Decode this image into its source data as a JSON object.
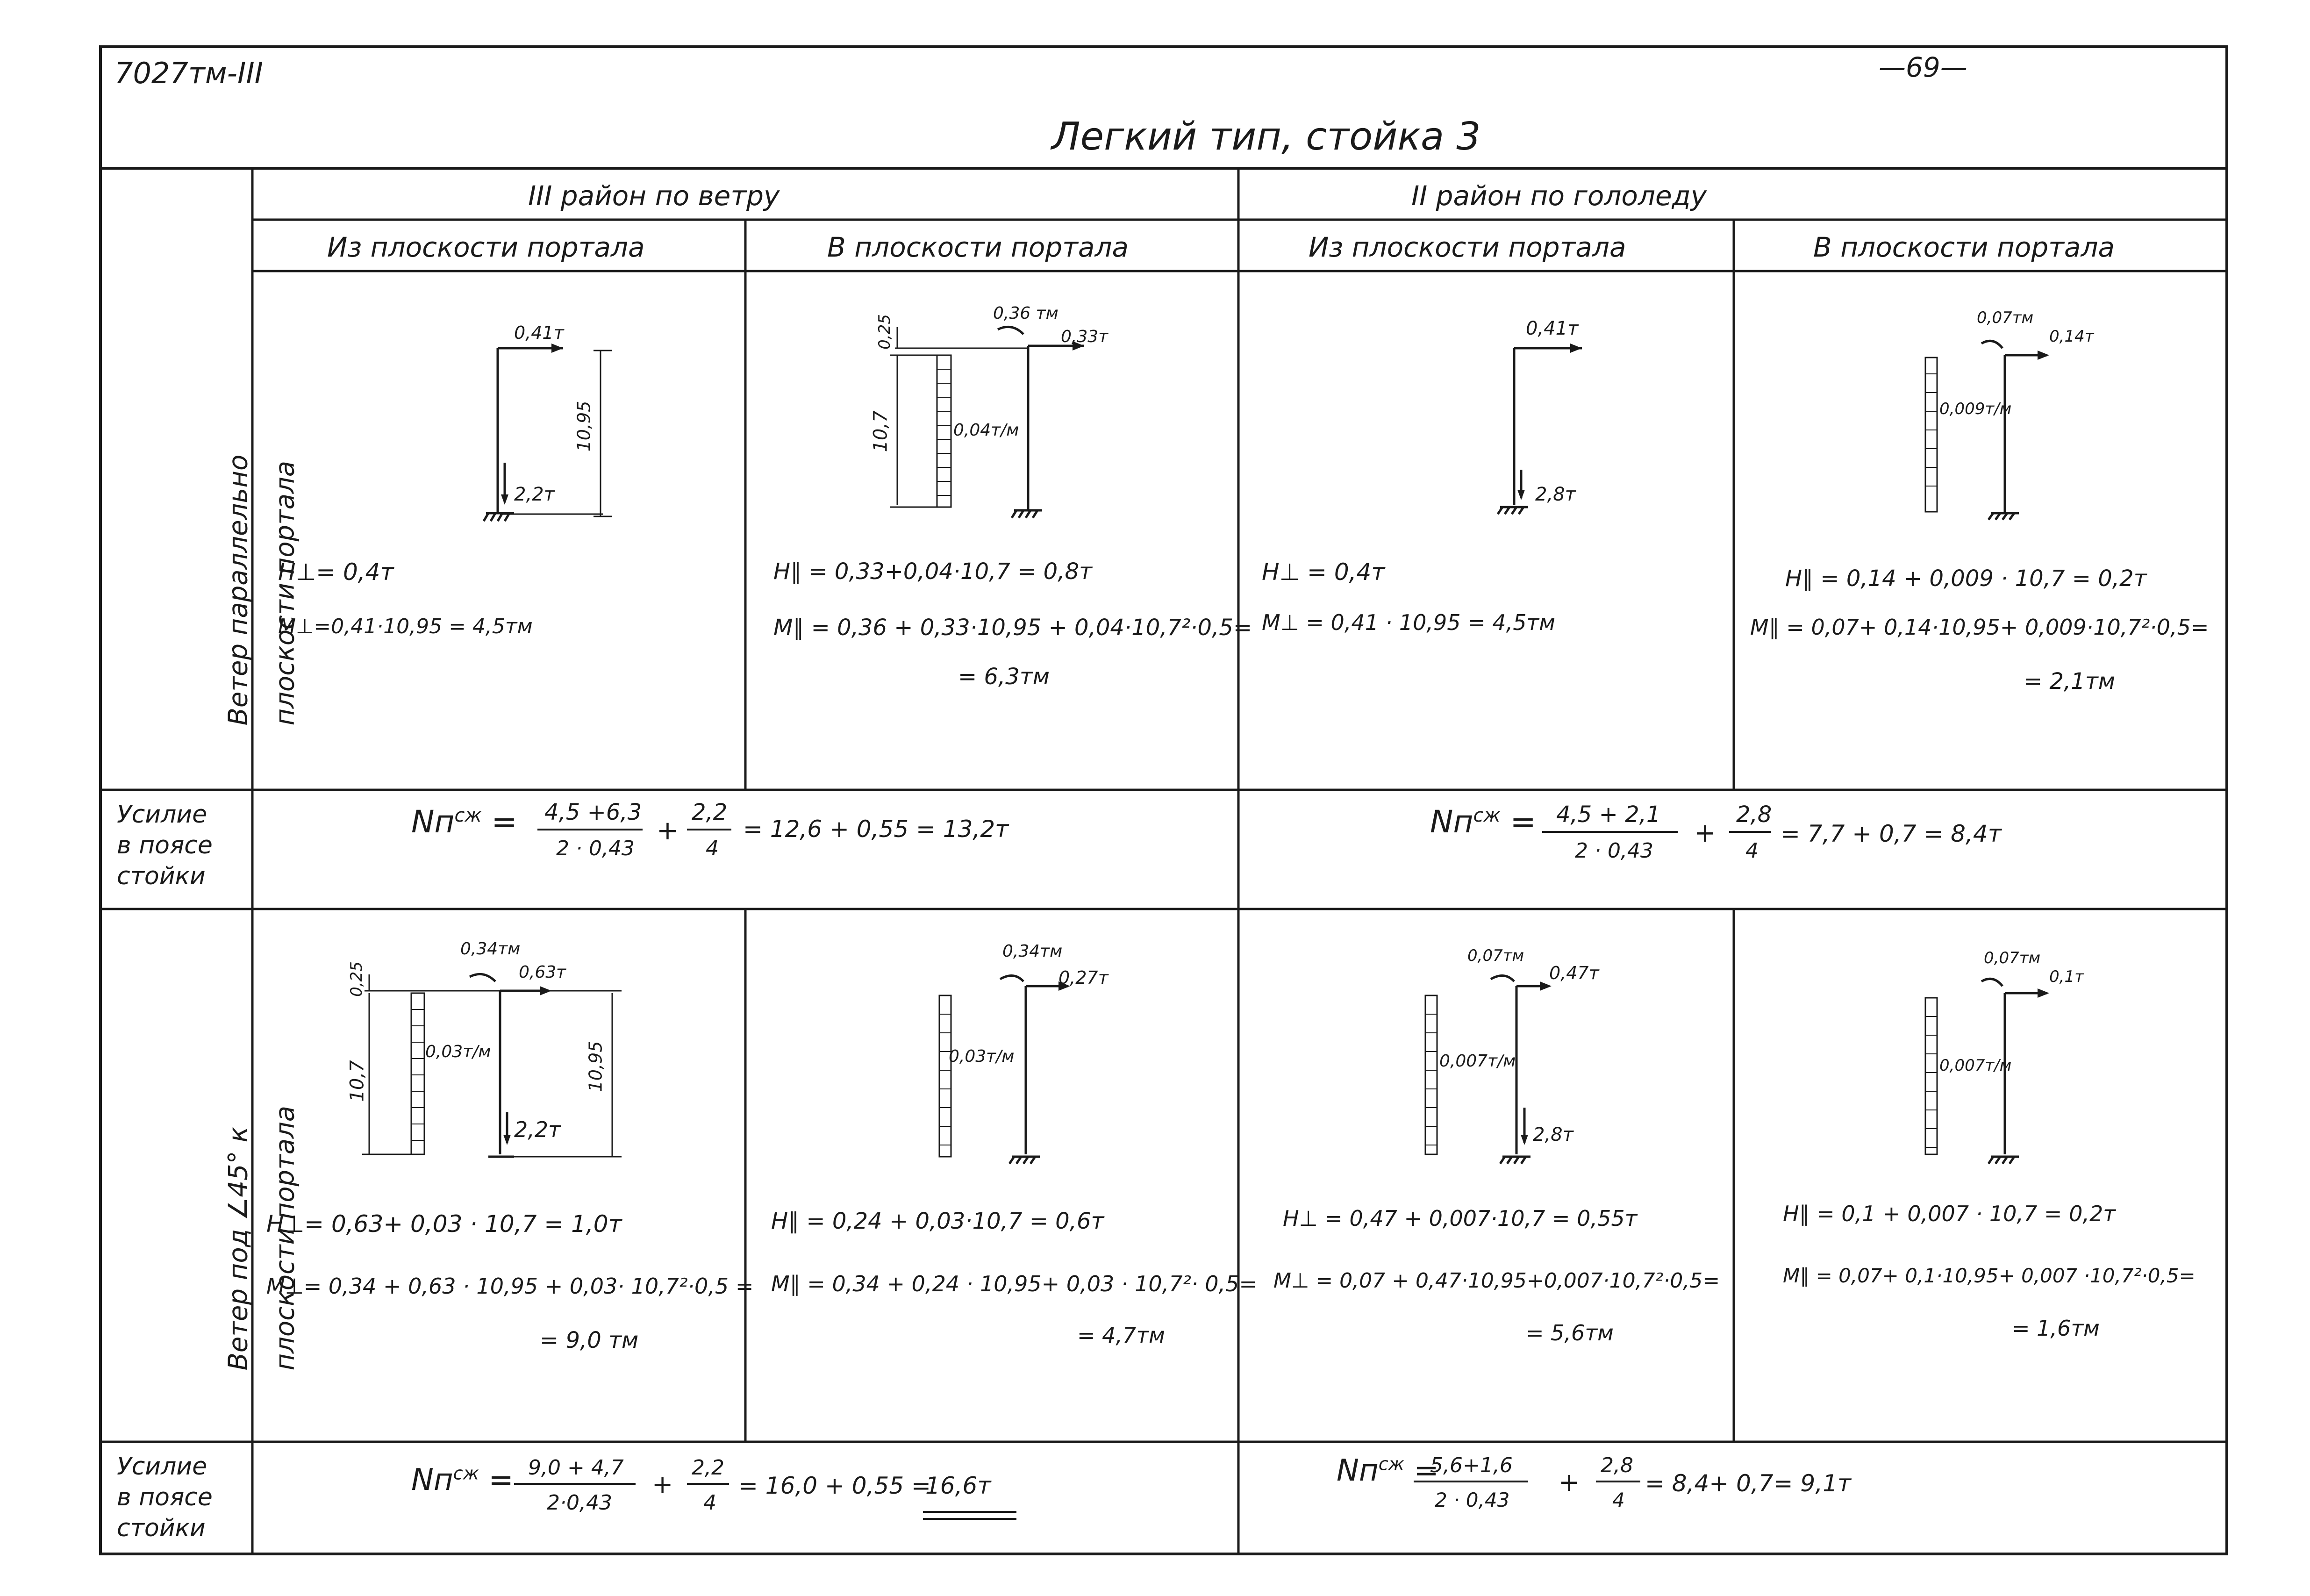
{
  "header": {
    "doc_code": "7027тм-III",
    "page_number": "—69—",
    "title": "Легкий  тип,  стойка 3"
  },
  "regions": {
    "wind": "III район    по ветру",
    "ice": "II район    по гололеду"
  },
  "subheaders": {
    "c1": "Из  плоскости  портала",
    "c2": "В  плоскости  портала",
    "c3": "Из  плоскости  портала",
    "c4": "В  плоскости  портала"
  },
  "row_labels": {
    "r1_a": "Ветер  параллельно",
    "r1_b": "плоскости  портала",
    "r2": [
      "Усилие",
      "в поясе",
      "стойки"
    ],
    "r3_a": "Ветер  под ∠45° к",
    "r3_b": "плоскости  портала",
    "r4": [
      "Усилие",
      "в поясе",
      "стойки"
    ]
  },
  "row1": {
    "c1": {
      "load_top": "0,41т",
      "height": "10,95",
      "load_vert": "2,2т",
      "f1": "H⊥= 0,4т",
      "f2": "M⊥=0,41·10,95 = 4,5тм"
    },
    "c2": {
      "moment": "0,36 тм",
      "load_top": "0,33т",
      "offset": "0,25",
      "height": "10,7",
      "dist": "0,04т/м",
      "f1": "H∥ = 0,33+0,04·10,7 = 0,8т",
      "f2": "M∥ = 0,36 + 0,33·10,95 + 0,04·10,7²·0,5=",
      "f3": "= 6,3тм"
    },
    "c3": {
      "load_top": "0,41т",
      "load_vert": "2,8т",
      "f1": "H⊥ =  0,4т",
      "f2": "M⊥ = 0,41 · 10,95 = 4,5тм"
    },
    "c4": {
      "moment": "0,07тм",
      "load_top": "0,14т",
      "dist": "0,009т/м",
      "f1": "H∥ = 0,14 + 0,009 · 10,7 = 0,2т",
      "f2": "M∥ = 0,07+ 0,14·10,95+ 0,009·10,7²·0,5=",
      "f3": "= 2,1тм"
    }
  },
  "row2": {
    "left": {
      "lhs": "Nп",
      "sup": "сж",
      "n1": "4,5 +6,3",
      "d1": "2 · 0,43",
      "n2": "2,2",
      "d2": "4",
      "rest": "= 12,6 + 0,55 = 13,2т"
    },
    "right": {
      "lhs": "Nп",
      "sup": "сж",
      "n1": "4,5 + 2,1",
      "d1": "2 · 0,43",
      "n2": "2,8",
      "d2": "4",
      "rest": "= 7,7 + 0,7 = 8,4т"
    }
  },
  "row3": {
    "c1": {
      "moment": "0,34тм",
      "load_top": "0,63т",
      "offset": "0,25",
      "height_l": "10,7",
      "dist": "0,03т/м",
      "height_r": "10,95",
      "load_vert": "2,2т",
      "f1": "H⊥= 0,63+ 0,03 · 10,7 = 1,0т",
      "f2": "M⊥= 0,34 + 0,63 · 10,95 + 0,03· 10,7²·0,5 =",
      "f3": "= 9,0 тм"
    },
    "c2": {
      "moment": "0,34тм",
      "load_top": "0,27т",
      "dist": "0,03т/м",
      "f1": "H∥ = 0,24 + 0,03·10,7 = 0,6т",
      "f2": "M∥ = 0,34 + 0,24 · 10,95+ 0,03 · 10,7²· 0,5=",
      "f3": "= 4,7тм"
    },
    "c3": {
      "moment": "0,07тм",
      "load_top": "0,47т",
      "dist": "0,007т/м",
      "load_vert": "2,8т",
      "f1": "H⊥ = 0,47 + 0,007·10,7 = 0,55т",
      "f2": "M⊥ = 0,07 + 0,47·10,95+0,007·10,7²·0,5=",
      "f3": "= 5,6тм"
    },
    "c4": {
      "moment": "0,07тм",
      "load_top": "0,1т",
      "dist": "0,007т/м",
      "f1": "H∥ = 0,1 + 0,007 · 10,7 = 0,2т",
      "f2": "M∥ = 0,07+ 0,1·10,95+ 0,007 ·10,7²·0,5=",
      "f3": "= 1,6тм"
    }
  },
  "row4": {
    "left": {
      "lhs": "Nп",
      "sup": "сж",
      "n1": "9,0 + 4,7",
      "d1": "2·0,43",
      "n2": "2,2",
      "d2": "4",
      "rest": "= 16,0  +  0,55 =",
      "final": "16,6т"
    },
    "right": {
      "lhs": "Nп",
      "sup": "сж",
      "n1": "5,6+1,6",
      "d1": "2 · 0,43",
      "n2": "2,8",
      "d2": "4",
      "rest": "= 8,4+ 0,7= 9,1т"
    }
  }
}
